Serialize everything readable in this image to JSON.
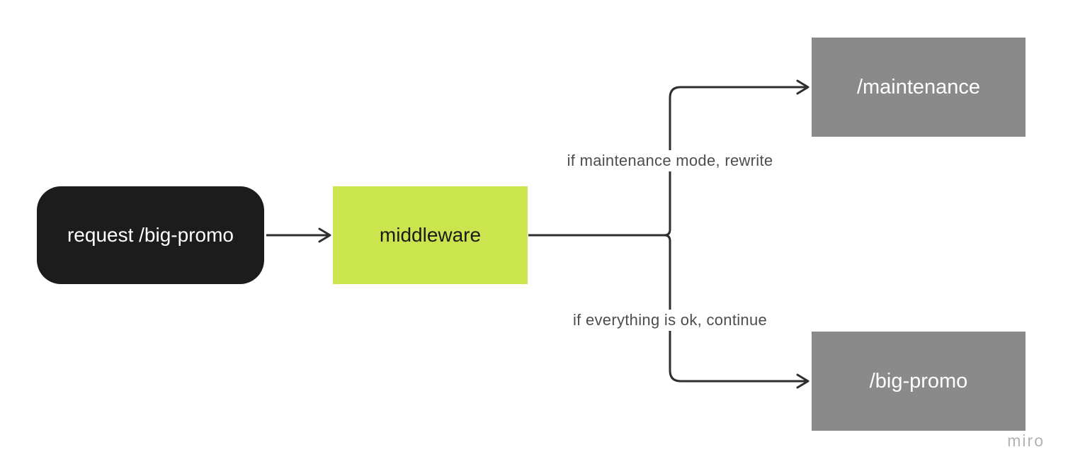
{
  "diagram": {
    "nodes": {
      "request": {
        "label": "request /big-promo",
        "shape": "rounded-rectangle",
        "fill": "#1c1c1c",
        "text_color": "#ffffff"
      },
      "middleware": {
        "label": "middleware",
        "shape": "rectangle",
        "fill": "#cbe54e",
        "text_color": "#1a1a1a"
      },
      "maintenance": {
        "label": "/maintenance",
        "shape": "rectangle",
        "fill": "#8a8a8a",
        "text_color": "#ffffff"
      },
      "bigpromo": {
        "label": "/big-promo",
        "shape": "rectangle",
        "fill": "#8a8a8a",
        "text_color": "#ffffff"
      }
    },
    "edges": [
      {
        "from": "request",
        "to": "middleware",
        "label": ""
      },
      {
        "from": "middleware",
        "to": "maintenance",
        "label": "if maintenance mode, rewrite"
      },
      {
        "from": "middleware",
        "to": "bigpromo",
        "label": "if everything is ok, continue"
      }
    ],
    "edge_labels": {
      "maintenance_branch": "if maintenance mode, rewrite",
      "continue_branch": "if everything is ok, continue"
    },
    "colors": {
      "connector": "#2e2e2e",
      "edge_label_text": "#4d4d4d",
      "background": "#ffffff",
      "watermark_text": "#b3b3b3"
    },
    "watermark": "miro"
  }
}
